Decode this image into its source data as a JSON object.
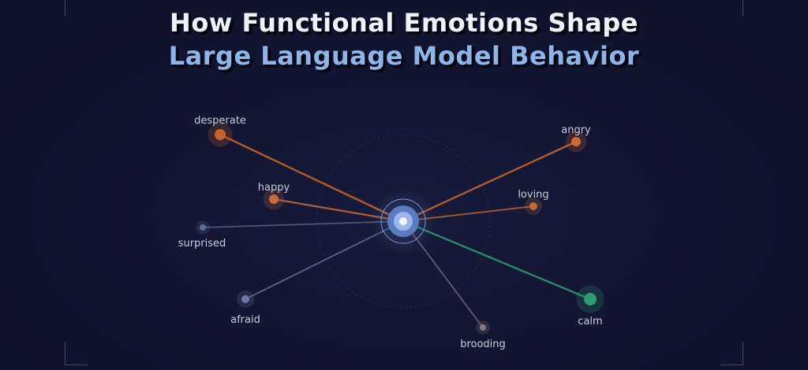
{
  "title": {
    "line1": "How Functional Emotions Shape",
    "line2": "Large Language Model Behavior"
  },
  "colors": {
    "background": "#12132e",
    "title_primary": "#eef1f8",
    "title_accent": "#8fb4ea",
    "label": "#c9ccd8",
    "hub": "#6f8fd0",
    "hub_core": "#e8f0ff"
  },
  "hub": {
    "icon": "core-model-node"
  },
  "emotions": [
    {
      "label": "desperate",
      "color": "#c4622c",
      "strength": 0.95
    },
    {
      "label": "angry",
      "color": "#cc6a33",
      "strength": 0.85
    },
    {
      "label": "happy",
      "color": "#c86a42",
      "strength": 0.8
    },
    {
      "label": "loving",
      "color": "#c06a3a",
      "strength": 0.6
    },
    {
      "label": "surprised",
      "color": "#5c6e98",
      "strength": 0.5
    },
    {
      "label": "afraid",
      "color": "#6d78a6",
      "strength": 0.55
    },
    {
      "label": "brooding",
      "color": "#8a7888",
      "strength": 0.45
    },
    {
      "label": "calm",
      "color": "#2e9a72",
      "strength": 0.9
    }
  ]
}
